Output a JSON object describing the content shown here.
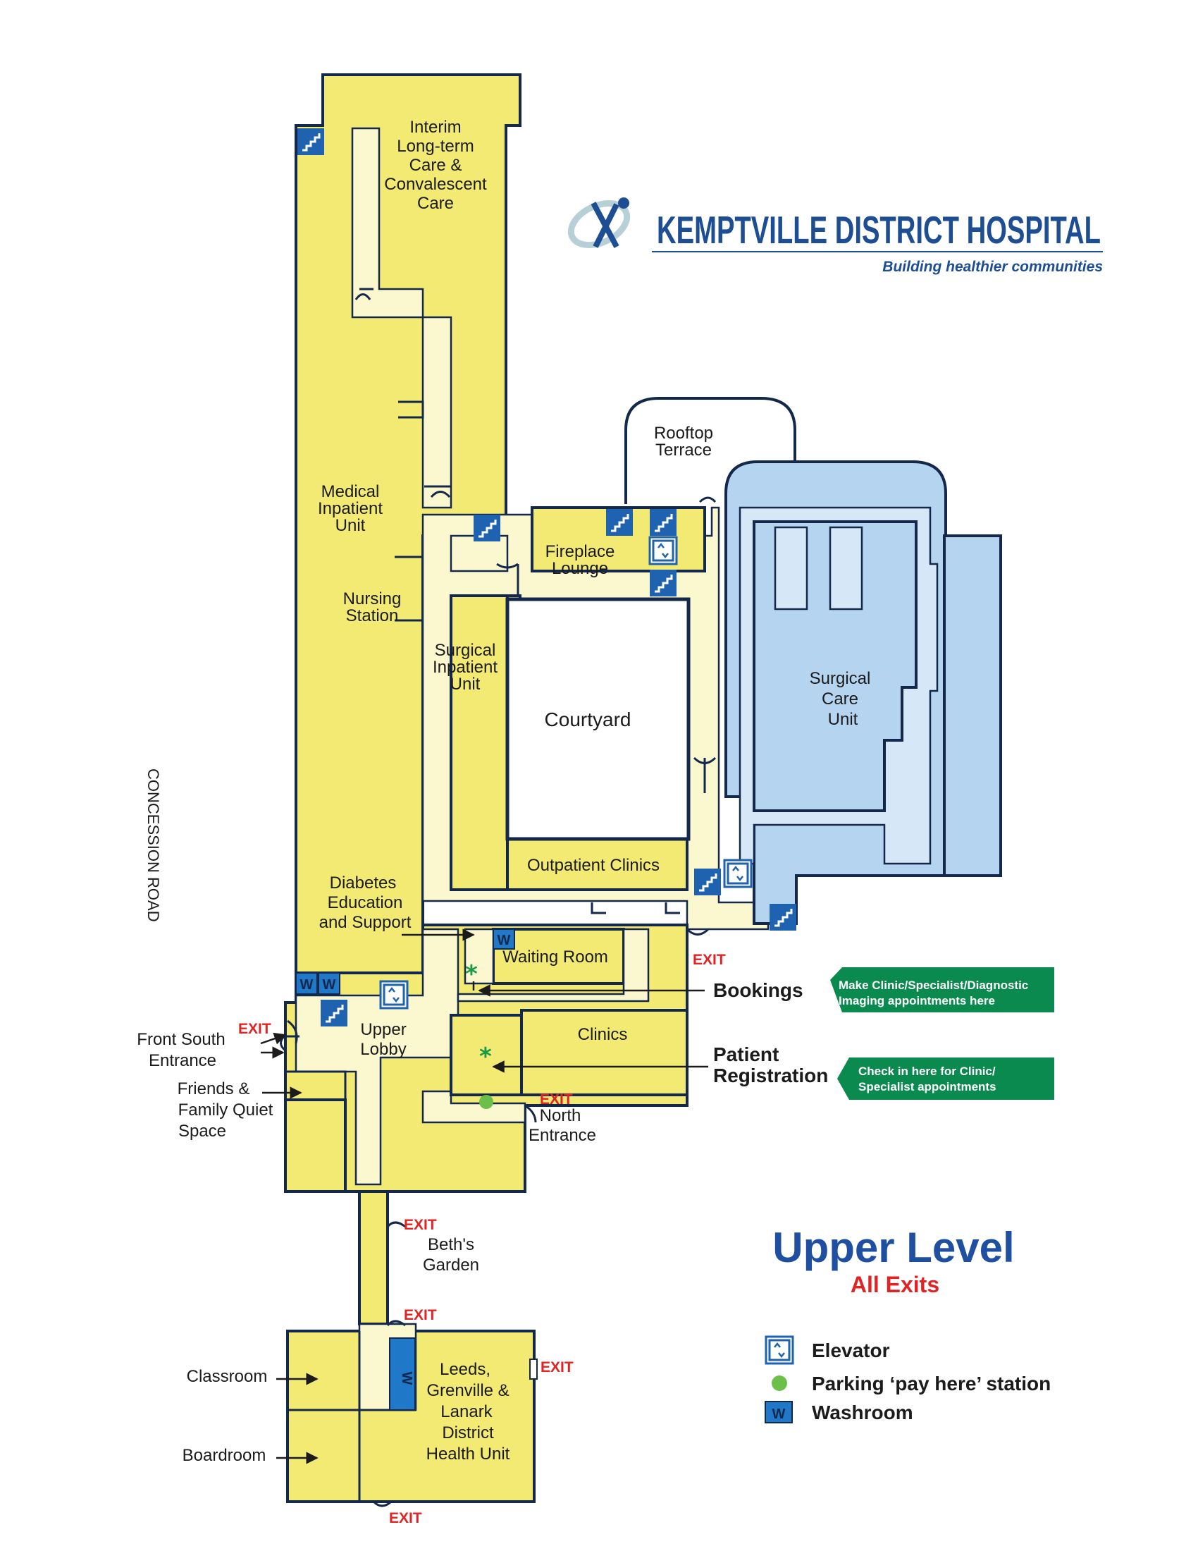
{
  "brand": {
    "name": "KEMPTVILLE DISTRICT HOSPITAL",
    "tagline": "Building healthier communities",
    "logo_icon": "kdh-swirl-logo",
    "color": "#1d4e93"
  },
  "title": {
    "main": "Upper Level",
    "sub": "All Exits"
  },
  "road": "CONCESSION ROAD",
  "rooms": {
    "interim": [
      "Interim",
      "Long-term",
      "Care &",
      "Convalescent",
      "Care"
    ],
    "medical": [
      "Medical",
      "Inpatient",
      "Unit"
    ],
    "nursing": [
      "Nursing",
      "Station"
    ],
    "surgical_inpatient": [
      "Surgical",
      "Inpatient",
      "Unit"
    ],
    "courtyard": "Courtyard",
    "rooftop": [
      "Rooftop",
      "Terrace"
    ],
    "fireplace": [
      "Fireplace",
      "Lounge"
    ],
    "surgical_care": [
      "Surgical",
      "Care",
      "Unit"
    ],
    "outpatient": "Outpatient Clinics",
    "diabetes": [
      "Diabetes",
      "Education",
      "and Support"
    ],
    "waiting": "Waiting Room",
    "clinics": "Clinics",
    "upper_lobby": [
      "Upper",
      "Lobby"
    ],
    "front_south": [
      "Front South",
      "Entrance"
    ],
    "friends": [
      "Friends &",
      "Family Quiet",
      "Space"
    ],
    "north": [
      "North",
      "Entrance"
    ],
    "beths": [
      "Beth's",
      "Garden"
    ],
    "classroom": "Classroom",
    "boardroom": "Boardroom",
    "leeds": [
      "Leeds,",
      "Grenville &",
      "Lanark",
      "District",
      "Health Unit"
    ]
  },
  "exit_label": "EXIT",
  "bookings": {
    "label": "Bookings",
    "note": [
      "Make Clinic/Specialist/Diagnostic",
      "Imaging appointments here"
    ]
  },
  "registration": {
    "label": [
      "Patient",
      "Registration"
    ],
    "note": [
      "Check in here for Clinic/",
      "Specialist appointments"
    ]
  },
  "legend": [
    {
      "icon": "elevator-icon",
      "label": "Elevator"
    },
    {
      "icon": "parking-pay-dot",
      "label": "Parking ‘pay here’ station"
    },
    {
      "icon": "washroom-icon",
      "label": "Washroom"
    }
  ],
  "washroom_symbol": "W",
  "colors": {
    "room_yellow": "#f2ea73",
    "hall_cream": "#fbf8cf",
    "surgical_blue": "#b5d4ef",
    "wall_navy": "#14284b",
    "exit_red": "#e02424",
    "callout_green": "#0a8a4f",
    "parking_green": "#6cc04a"
  }
}
